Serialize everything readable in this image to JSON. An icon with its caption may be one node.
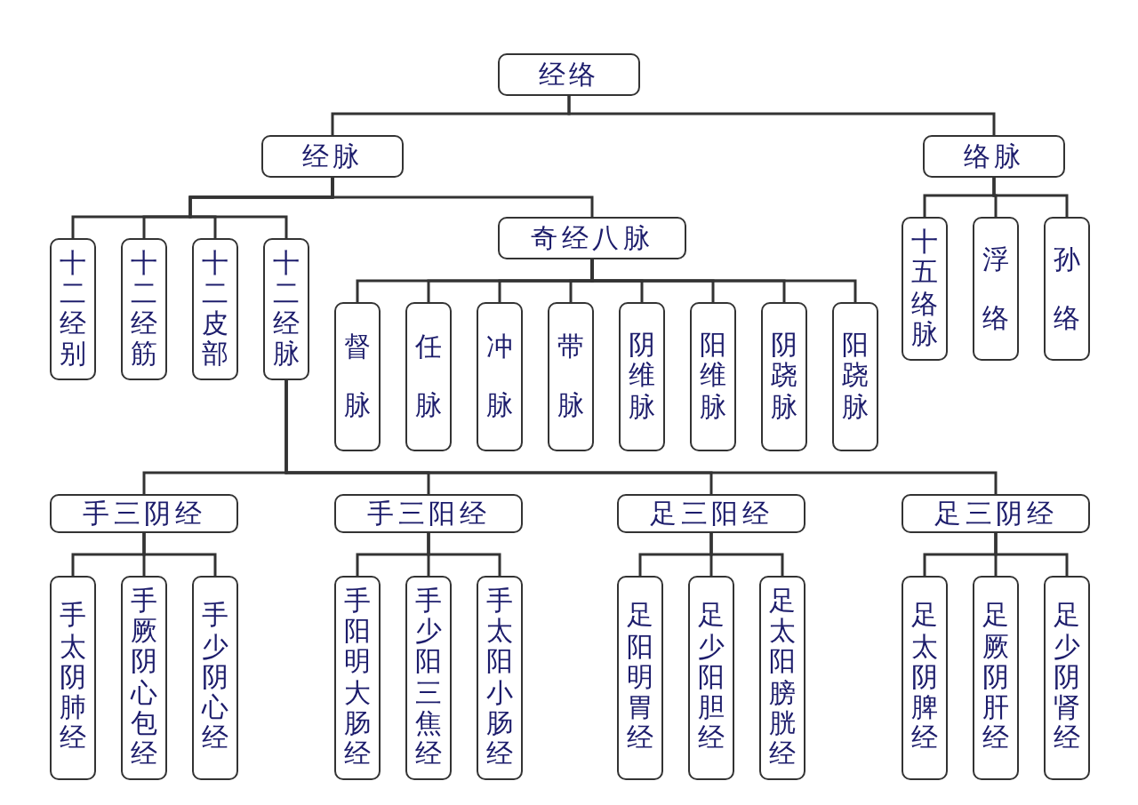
{
  "diagram": {
    "nodes": [
      {
        "text": [
          "经络"
        ]
      },
      {
        "text": [
          "经脉"
        ]
      },
      {
        "text": [
          "络脉"
        ]
      },
      {
        "text": [
          "十二经别"
        ]
      },
      {
        "text": [
          "十二经筋"
        ]
      },
      {
        "text": [
          "十二皮部"
        ]
      },
      {
        "text": [
          "十二经脉"
        ]
      },
      {
        "text": [
          "奇经八脉"
        ]
      },
      {
        "text": [
          "督脉"
        ]
      },
      {
        "text": [
          "任脉"
        ]
      },
      {
        "text": [
          "冲脉"
        ]
      },
      {
        "text": [
          "带脉"
        ]
      },
      {
        "text": [
          "阴维脉"
        ]
      },
      {
        "text": [
          "阳维脉"
        ]
      },
      {
        "text": [
          "阴跷脉"
        ]
      },
      {
        "text": [
          "阳跷脉"
        ]
      },
      {
        "text": [
          "十五络脉"
        ]
      },
      {
        "text": [
          "浮络"
        ]
      },
      {
        "text": [
          "孙络"
        ]
      },
      {
        "text": [
          "手三阴经"
        ]
      },
      {
        "text": [
          "手三阳经"
        ]
      },
      {
        "text": [
          "足三阳经"
        ]
      },
      {
        "text": [
          "足三阴经"
        ]
      },
      {
        "text": [
          "手太阴肺经"
        ]
      },
      {
        "text": [
          "手厥阴心包经"
        ]
      },
      {
        "text": [
          "手少阴心经"
        ]
      },
      {
        "text": [
          "手阳明大肠经"
        ]
      },
      {
        "text": [
          "手少阳三焦经"
        ]
      },
      {
        "text": [
          "手太阳小肠经"
        ]
      },
      {
        "text": [
          "足阳明胃经"
        ]
      },
      {
        "text": [
          "足少阳胆经"
        ]
      },
      {
        "text": [
          "足太阳膀胱经"
        ]
      },
      {
        "text": [
          "足太阴脾经"
        ]
      },
      {
        "text": [
          "足厥阴肝经"
        ]
      },
      {
        "text": [
          "足少阴肾经"
        ]
      }
    ],
    "edges": [
      {
        "from": 0,
        "to": 1,
        "arrow": "none"
      },
      {
        "from": 0,
        "to": 2,
        "arrow": "none"
      },
      {
        "from": 1,
        "to": 3,
        "arrow": "none"
      },
      {
        "from": 1,
        "to": 4,
        "arrow": "none"
      },
      {
        "from": 1,
        "to": 5,
        "arrow": "none"
      },
      {
        "from": 1,
        "to": 6,
        "arrow": "none"
      },
      {
        "from": 1,
        "to": 7,
        "arrow": "none"
      },
      {
        "from": 7,
        "to": 8,
        "arrow": "none"
      },
      {
        "from": 7,
        "to": 9,
        "arrow": "none"
      },
      {
        "from": 7,
        "to": 10,
        "arrow": "none"
      },
      {
        "from": 7,
        "to": 11,
        "arrow": "none"
      },
      {
        "from": 7,
        "to": 12,
        "arrow": "none"
      },
      {
        "from": 7,
        "to": 13,
        "arrow": "none"
      },
      {
        "from": 7,
        "to": 14,
        "arrow": "none"
      },
      {
        "from": 7,
        "to": 15,
        "arrow": "none"
      },
      {
        "from": 2,
        "to": 16,
        "arrow": "none"
      },
      {
        "from": 2,
        "to": 17,
        "arrow": "none"
      },
      {
        "from": 2,
        "to": 18,
        "arrow": "none"
      },
      {
        "from": 6,
        "to": 19,
        "arrow": "none"
      },
      {
        "from": 6,
        "to": 20,
        "arrow": "none"
      },
      {
        "from": 6,
        "to": 21,
        "arrow": "none"
      },
      {
        "from": 6,
        "to": 22,
        "arrow": "none"
      },
      {
        "from": 19,
        "to": 23,
        "arrow": "none"
      },
      {
        "from": 19,
        "to": 24,
        "arrow": "none"
      },
      {
        "from": 19,
        "to": 25,
        "arrow": "none"
      },
      {
        "from": 20,
        "to": 26,
        "arrow": "none"
      },
      {
        "from": 20,
        "to": 27,
        "arrow": "none"
      },
      {
        "from": 20,
        "to": 28,
        "arrow": "none"
      },
      {
        "from": 21,
        "to": 29,
        "arrow": "none"
      },
      {
        "from": 21,
        "to": 30,
        "arrow": "none"
      },
      {
        "from": 21,
        "to": 31,
        "arrow": "none"
      },
      {
        "from": 22,
        "to": 32,
        "arrow": "none"
      },
      {
        "from": 22,
        "to": 33,
        "arrow": "none"
      },
      {
        "from": 22,
        "to": 34,
        "arrow": "none"
      }
    ]
  }
}
